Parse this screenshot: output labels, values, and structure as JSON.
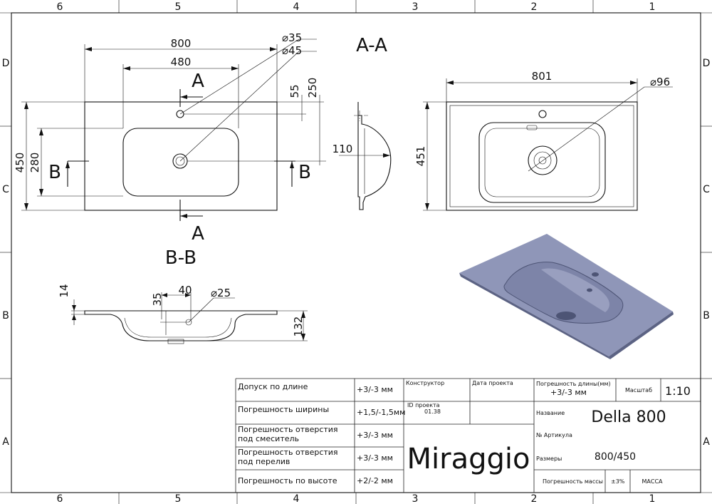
{
  "frame": {
    "columns": [
      "6",
      "5",
      "4",
      "3",
      "2",
      "1"
    ],
    "rows": [
      "D",
      "C",
      "B",
      "A"
    ]
  },
  "top_view": {
    "width": "800",
    "bowl_width": "480",
    "hole_small": "⌀35",
    "hole_large": "⌀45",
    "offset_55": "55",
    "offset_250": "250",
    "depth": "450",
    "bowl_depth": "280",
    "cut_a": "A",
    "cut_b": "B"
  },
  "section_aa": {
    "title": "A-A",
    "height": "110"
  },
  "right_view": {
    "width": "801",
    "depth": "451",
    "drain": "⌀96"
  },
  "section_bb": {
    "title": "B-B",
    "thickness": "14",
    "hole_offset": "40",
    "hole_depth": "35",
    "hole_dia": "⌀25",
    "height": "132"
  },
  "title_block": {
    "rows": [
      {
        "label": "Допуск по длине",
        "value": "+3/-3 мм"
      },
      {
        "label": "Погрешность ширины",
        "value": "+1,5/-1,5мм"
      },
      {
        "label": "Погрешность отверстия под смеситель",
        "value": "+3/-3 мм"
      },
      {
        "label": "Погрешность отверстия под перелив",
        "value": "+3/-3 мм"
      },
      {
        "label": "Погрешность по высоте",
        "value": "+2/-2 мм"
      }
    ],
    "constructor_label": "Конструктор",
    "date_label": "Дата проекта",
    "project_id_label": "ID проекта",
    "project_id_value": "01.38",
    "brand": "Miraggio",
    "length_tol_label": "Погрешность длины(мм)",
    "length_tol_value": "+3/-3 мм",
    "scale_label": "Масштаб",
    "scale_value": "1:10",
    "name_label": "Название",
    "name_value": "Della 800",
    "article_label": "№ Артикула",
    "size_label": "Размеры",
    "size_value": "800/450",
    "mass_tol_label": "Погрешность массы",
    "mass_tol_value": "±3%",
    "mass_label": "МАССА"
  },
  "colors": {
    "basin_render": "#8f96b8",
    "basin_shadow": "#5c6384",
    "line": "#111111"
  }
}
